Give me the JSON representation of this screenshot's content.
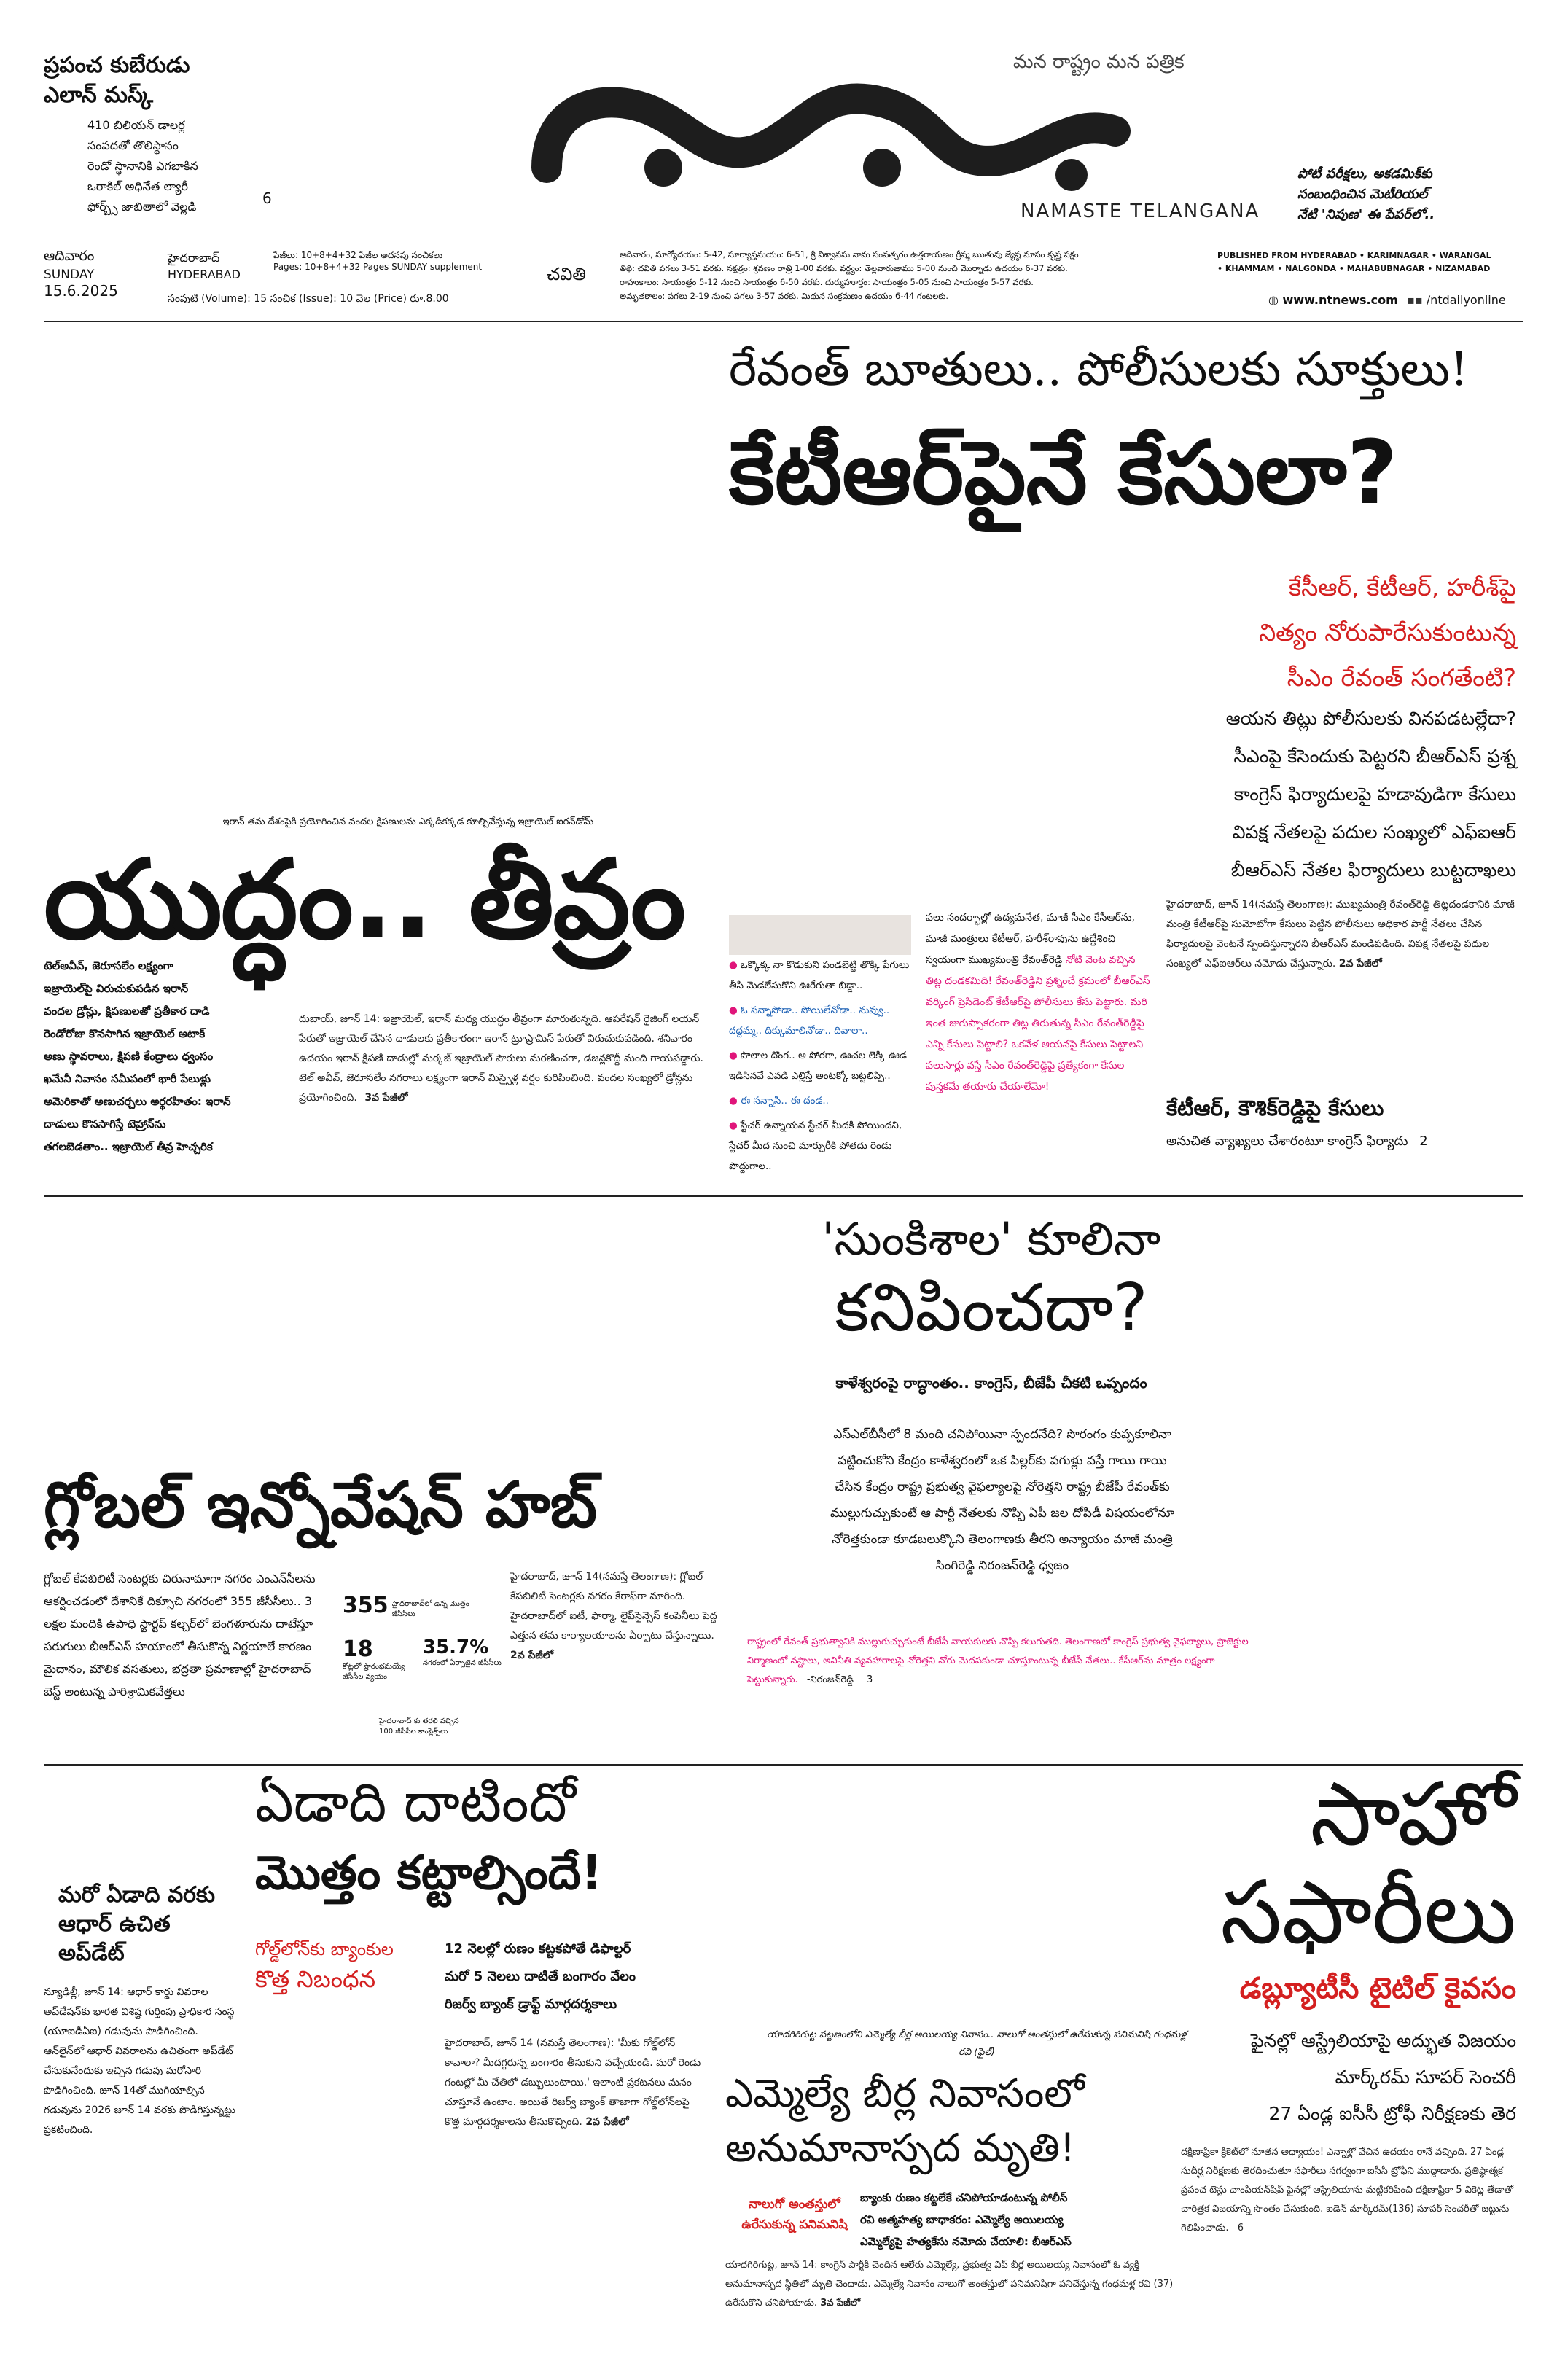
{
  "masthead": {
    "teaser_title": "ప్రపంచ కుబేరుడు",
    "teaser_subtitle": "ఎలాన్ మస్క్",
    "teaser_lines": [
      "410 బిలియన్ డాలర్ల",
      "సంపదతో తొలిస్థానం",
      "రెండో స్థానానికి ఎగబాకిన",
      "ఒరాకిల్ అధినేత ల్యారీ",
      "ఫోర్బ్స్ జాబితాలో వెల్లడి"
    ],
    "teaser_page": "6",
    "slogan": "మన రాష్ట్రం  మన పత్రిక",
    "paper_name": "NAMASTE TELANGANA",
    "right_teaser": [
      "పోటీ పరీక్షలు, అకడమిక్‌కు",
      "సంబంధించిన మెటీరియల్",
      "నేటి 'నిపుణ' ఈ పేపర్‌లో.."
    ],
    "day_telugu": "ఆదివారం",
    "day_english": "SUNDAY",
    "date": "15.6.2025",
    "city_telugu": "హైదరాబాద్",
    "city_english": "HYDERABAD",
    "pages_line1": "పేజీలు: 10+8+4+32 పేజీల అదనపు సంచికలు",
    "pages_line2": "Pages: 10+8+4+32 Pages SUNDAY supplement",
    "volume_line": "సంపుటి (Volume): 15   సంచిక (Issue): 10   వెల (Price) రూ.8.00",
    "tithi": "చవితి",
    "almanac": [
      "ఆదివారం, సూర్యోదయం: 5-42, సూర్యాస్తమయం: 6-51, శ్రీ విశ్వావసు నామ సంవత్సరం ఉత్తరాయణం గ్రీష్మ ఋతువు జ్యేష్ఠ మాసం కృష్ణ పక్షం",
      "తిథి: చవితి పగలు 3-51 వరకు. నక్షత్రం: శ్రవణం రాత్రి 1-00 వరకు. వర్జ్యం: తెల్లవారుజాము 5-00 నుంచి మొర్నాడు ఉదయం 6-37 వరకు.",
      "రాహుకాలం: సాయంత్రం 5-12 నుంచి సాయంత్రం 6-50 వరకు. దుర్ముహూర్తం: సాయంత్రం 5-05 నుంచి సాయంత్రం 5-57 వరకు.",
      "అమృతకాలం: పగలు 2-19 నుంచి పగలు 3-57 వరకు. మిథున సంక్రమణం ఉదయం 6-44 గంటలకు."
    ],
    "published_from": "PUBLISHED FROM  HYDERABAD • KARIMNAGAR • WARANGAL",
    "published_from2": "• KHAMMAM • NALGONDA • MAHABUBNAGAR • NIZAMABAD",
    "website": "www.ntnews.com",
    "social": "/ntdailyonline"
  },
  "lead": {
    "kicker": "రేవంత్ బూతులు.. పోలీసులకు సూక్తులు!",
    "headline": "కేటీఆర్‌పైనే కేసులా?",
    "red_deck": [
      "కేసీఆర్, కేటీఆర్, హరీశ్‌పై",
      "నిత్యం నోరుపారేసుకుంటున్న",
      "సీఎం రేవంత్ సంగతేంటి?"
    ],
    "points": [
      "ఆయన తిట్లు పోలీసులకు వినపడటల్లేదా?",
      "సీఎంపై కేసెందుకు పెట్టరని బీఆర్‌ఎస్ ప్రశ్న",
      "కాంగ్రెస్ ఫిర్యాదులపై హడావుడిగా కేసులు",
      "విపక్ష నేతలపై పదుల సంఖ్యలో ఎఫ్ఐఆర్",
      "బీఆర్‌ఎస్ నేతల ఫిర్యాదులు బుట్టదాఖలు"
    ],
    "body": "హైదరాబాద్, జూన్ 14(నమస్తే తెలంగాణ): ముఖ్యమంత్రి రేవంత్‌రెడ్డి తిట్లదండకానికి మాజీ మంత్రి కేటీఆర్‌పై సుమోటోగా కేసులు పెట్టిన పోలీసులు అధికార పార్టీ నేతలు చేసిన ఫిర్యాదులపై వెంటనే స్పందిస్తున్నారని బీఆర్‌ఎస్ మండిపడింది. విపక్ష నేతలపై పదుల సంఖ్యలో ఎఫ్ఐఆర్‌లు నమోదు చేస్తున్నారు.",
    "cont": "2వ పేజీలో",
    "sub_head": "కేటీఆర్, కౌశిక్‌రెడ్డిపై కేసులు",
    "sub_body": "అనుచిత వ్యాఖ్యలు చేశారంటూ కాంగ్రెస్ ఫిర్యాదు",
    "sub_page": "2",
    "quote_black": "పలు సందర్భాల్లో ఉద్యమనేత, మాజీ సీఎం కేసీఆర్‌ను, మాజీ మంత్రులు కేటీఆర్, హరీశ్‌రావును ఉద్దేశించి స్వయంగా ముఖ్యమంత్రి రేవంత్‌రెడ్డి",
    "quote_pink": "నోటి వెంట వచ్చిన తిట్ల దండకమిది! రేవంత్‌రెడ్డిని ప్రశ్నించే క్రమంలో బీఆర్‌ఎస్ వర్కింగ్ ప్రెసిడెంట్ కేటీఆర్‌పై పోలీసులు కేసు పెట్టారు. మరి ఇంత జుగుప్సాకరంగా తిట్ల తిరుతున్న సీఎం రేవంత్‌రెడ్డిపై ఎన్ని కేసులు పెట్టాలి? ఒకవేళ ఆయనపై కేసులు పెట్టాలని పలుసార్లు వస్తే సీఎం రేవంత్‌రెడ్డిపై ప్రత్యేకంగా కేసుల పుస్తకమే తయారు చేయాలేమో!",
    "bullets": [
      "ఒక్కొక్క నా కొడుకుని పండబెట్టి తొక్కి పేగులు తీసి మెడలేసుకొని ఊరేగుతా బిడ్డా..",
      "ఓ సన్నాసోడా.. సోయిలేనోడా.. నువ్వు.. దద్దమ్మ.. దిక్కుమాలినోడా.. దివాలా..",
      "పొలాల దొంగ.. ఆ పోరగా, ఊచల లెక్కి ఊడ ఇడిసినవే ఎవడి ఎల్లిస్తే అంటక్కో బట్టలిప్పి..",
      "ఈ సన్నాసి.. ఈ దండ..",
      "స్టేచర్ ఉన్నాయన స్టేచర్ మీదకి పోయిందని, స్టేచర్ మీద నుంచి మార్చురీకి పోతదు రెండు పొద్దుగాల.."
    ]
  },
  "war": {
    "kicker": "ఇరాన్ తమ దేశంపైకి ప్రయోగించిన వందల క్షిపణులను ఎక్కడికక్కడ కూల్చివేస్తున్న ఇజ్రాయెల్ ఐరన్‌డోమ్",
    "headline": "యుద్ధం.. తీవ్రం",
    "deck": [
      "టెల్‌అవీవ్, జెరూసలేం లక్ష్యంగా",
      "ఇజ్రాయెల్‌పై విరుచుకుపడిన ఇరాన్",
      "వందల డ్రోన్లు, క్షిపణులతో ప్రతీకార దాడి",
      "రెండోరోజు కొనసాగిన ఇజ్రాయెల్ అటాక్",
      "అణు స్థావరాలు, క్షిపణి కేంద్రాలు ధ్వంసం",
      "ఖమేనీ నివాసం సమీపంలో భారీ పేలుళ్లు",
      "అమెరికాతో అణుచర్చలు అర్థరహితం: ఇరాన్",
      "దాడులు కొనసాగిస్తే టెహ్రాన్‌ను",
      "తగలబెడతాం.. ఇజ్రాయెల్ తీవ్ర హెచ్చరిక"
    ],
    "body": "దుబాయ్, జూన్ 14: ఇజ్రాయెల్, ఇరాన్ మధ్య యుద్ధం తీవ్రంగా మారుతున్నది. ఆపరేషన్ రైజింగ్ లయన్ పేరుతో ఇజ్రాయెల్ చేసిన దాడులకు ప్రతీకారంగా ఇరాన్ ట్రూప్రామిస్ పేరుతో విరుచుకుపడింది. శనివారం ఉదయం ఇరాన్ క్షిపణి దాడుల్లో మర్కజ్ ఇజ్రాయెల్ పౌరులు మరణించగా, డజన్లకొద్దీ మంది గాయపడ్డారు. టెల్ అవీవ్, జెరూసలేం నగరాలు లక్ష్యంగా ఇరాన్ మిస్సైళ్ల వర్షం కురిపించింది. వందల సంఖ్యలో డ్రోన్లను ప్రయోగించింది.",
    "cont": "3వ పేజీలో"
  },
  "sunkishala": {
    "headline_1": "'సుంకిశాల' కూలినా",
    "headline_2": "కనిపించదా?",
    "deck": "కాళేశ్వరంపై రాద్ధాంతం.. కాంగ్రెస్, బీజేపీ చీకటి ఒప్పందం",
    "body": "ఎస్‌ఎల్‌బీసీలో 8 మంది చనిపోయినా స్పందనేది? సొరంగం కుప్పకూలినా పట్టించుకోని కేంద్రం కాళేశ్వరంలో ఒక పిల్లర్‌కు పగుళ్లు వస్తే గాయి గాయి చేసిన కేంద్రం రాష్ట్ర ప్రభుత్వ వైఫల్యాలపై నోరెత్తని రాష్ట్ర బీజేపీ రేవంత్‌కు ముల్లుగుచ్చుకుంటే ఆ పార్టీ నేతలకు నొప్పి ఏపీ జల దోపిడీ విషయంలోనూ నోరెత్తకుండా కూడబలుక్కొని తెలంగాణకు తీరని అన్యాయం మాజీ మంత్రి సింగిరెడ్డి నిరంజన్‌రెడ్డి ధ్వజం",
    "quote": "రాష్ట్రంలో రేవంత్ ప్రభుత్వానికి ముల్లుగుచ్చుకుంటే బీజేపీ నాయకులకు నొప్పి కలుగుతది. తెలంగాణలో కాంగ్రెస్ ప్రభుత్వ వైఫల్యాలు, ప్రాజెక్టుల నిర్మాణంలో నష్టాలు, అవినీతి వ్యవహారాలపై నోరెత్తని నోరు మెదపకుండా చూస్తూంటున్న బీజేపీ నేతలు.. కేసీఆర్‌ను మాత్రం లక్ష్యంగా పెట్టుకున్నారు.",
    "quote_credit": "-నిరంజన్‌రెడ్డి",
    "page": "3"
  },
  "hub": {
    "headline": "గ్లోబల్ ఇన్నోవేషన్ హబ్",
    "deck": "గ్లోబల్ కేపబిలిటీ సెంటర్లకు చిరునామాగా నగరం ఎంఎన్‌సీలను ఆకర్షించడంలో దేశానికే దిక్సూచి నగరంలో 355 జీసీసీలు.. 3 లక్షల మందికి ఉపాధి స్టార్టప్ కల్చర్‌లో బెంగళూరును దాటేస్తూ పరుగులు బీఆర్‌ఎస్ హయాంలో తీసుకొన్న నిర్ణయాలే కారణం మైదానం, మౌలిక వసతులు, భద్రతా ప్రమాణాల్లో హైదరాబాద్ బెస్ట్ అంటున్న పారిశ్రామికవేత్తలు",
    "stat1_num": "355",
    "stat1_label": "హైదరాబాద్‌లో ఉన్న మొత్తం జీసీసీలు",
    "stat2_num": "18",
    "stat2_label": "కోట్లలో ప్రారంభమయ్యే జీసీసీల వ్యయం",
    "stat3_num": "35.7%",
    "stat3_label": "నగరంలో ఏర్పాటైన జీసీసీలు",
    "stat4_label": "హైదరాబాద్ కు తరలి వచ్చిన 100 జీసీసీల కాంప్లెక్స్‌లు",
    "body": "హైదరాబాద్, జూన్ 14(నమస్తే తెలంగాణ): గ్లోబల్ కేపబిలిటీ సెంటర్లకు నగరం కేరాఫ్‌గా మారింది. హైదరాబాద్‌లో ఐటీ, ఫార్మా, లైఫ్‌సైన్సెస్ కంపెనీలు పెద్ద ఎత్తున తమ కార్యాలయాలను ఏర్పాటు చేస్తున్నాయి.",
    "cont": "2వ పేజీలో"
  },
  "gold": {
    "headline_1": "ఏడాది దాటిందో",
    "headline_2": "మొత్తం కట్టాల్సిందే!",
    "red_deck_1": "గోల్డ్‌లోన్‌కు బ్యాంకుల",
    "red_deck_2": "కొత్త నిబంధన",
    "deck_points": [
      "12 నెలల్లో రుణం కట్టకపోతే డిఫాల్టర్",
      "మరో 5 నెలలు దాటితే బంగారం వేలం",
      "రిజర్వ్ బ్యాంక్ డ్రాఫ్ట్ మార్గదర్శకాలు"
    ],
    "body": "హైదరాబాద్, జూన్ 14 (నమస్తే తెలంగాణ): 'మీకు గోల్డ్‌లోన్ కావాలా? మీదగ్గరున్న బంగారం తీసుకుని వచ్చేయండి. మరో రెండు గంటల్లో మీ చేతిలో డబ్బులుంటాయి.' ఇలాంటి ప్రకటనలు మనం చూస్తూనే ఉంటాం. అయితే రిజర్వ్ బ్యాంక్ తాజాగా గోల్డ్‌లోన్‌లపై కొత్త మార్గదర్శకాలను తీసుకొచ్చింది.",
    "cont": "2వ పేజీలో",
    "aadhaar_head": [
      "మరో ఏడాది వరకు",
      "ఆధార్ ఉచిత",
      "అప్‌డేట్"
    ],
    "aadhaar_body": "న్యూఢిల్లీ, జూన్ 14: ఆధార్ కార్డు వివరాల అప్‌డేషన్‌కు భారత విశిష్ట గుర్తింపు ప్రాధికార సంస్థ (యూఐడీఏఐ) గడువును పొడిగించింది. ఆన్‌లైన్‌లో ఆధార్ వివరాలను ఉచితంగా అప్‌డేట్ చేసుకునేందుకు ఇచ్చిన గడువు మరోసారి పొడిగించింది. జూన్ 14తో ముగియాల్సిన గడువును 2026 జూన్ 14 వరకు పొడిగిస్తున్నట్టు ప్రకటించింది."
  },
  "saho": {
    "headline_1": "సాహో",
    "headline_2": "సఫారీలు",
    "red_deck": "డబ్ల్యూటీసీ టైటిల్ కైవసం",
    "points": [
      "ఫైనల్లో ఆస్ట్రేలియాపై అద్భుత విజయం",
      "మార్క్‌రమ్ సూపర్ సెంచరీ",
      "27 ఏండ్ల ఐసీసీ ట్రోఫీ నిరీక్షణకు తెర"
    ],
    "body": "దక్షిణాఫ్రికా క్రికెట్‌లో నూతన అధ్యాయం! ఎన్నాళ్లో వేచిన ఉదయం రానే వచ్చింది. 27 ఏండ్ల సుదీర్ఘ నిరీక్షణకు తెరదించుతూ సఫారీలు సగర్వంగా ఐసీసీ ట్రోఫీని ముద్దాడారు. ప్రతిష్ఠాత్మక ప్రపంచ టెస్టు చాంపియన్‌షిప్ ఫైనల్లో ఆస్ట్రేలియాను మట్టికరిపించి దక్షిణాఫ్రికా 5 వికెట్ల తేడాతో చారిత్రక విజయాన్ని సొంతం చేసుకుంది. ఐడెన్ మార్క్‌రమ్(136) సూపర్ సెంచరీతో జట్టును గెలిపించాడు.",
    "page": "6"
  },
  "mla": {
    "kicker": "యాదగిరిగుట్ట పట్టణంలోని ఎమ్మెల్యే బీర్ల అయిలయ్య నివాసం.. నాలుగో అంతస్తులో ఉరేసుకున్న పనిమనిషి గంధమళ్ల రవి (ఫైల్)",
    "headline_1": "ఎమ్మెల్యే బీర్ల నివాసంలో",
    "headline_2": "అనుమానాస్పద మృతి!",
    "red_deck_1": "నాలుగో అంతస్తులో",
    "red_deck_2": "ఉరేసుకున్న పనిమనిషి",
    "deck_points": [
      "బ్యాంకు రుణం కట్టలేకే చనిపోయాడంటున్న పోలీస్",
      "రవి ఆత్మహత్య బాధాకరం: ఎమ్మెల్యే అయిలయ్య",
      "ఎమ్మెల్యేపై హత్యకేసు నమోదు చేయాలి: బీఆర్‌ఎస్"
    ],
    "body": "యాదగిరిగుట్ట, జూన్ 14: కాంగ్రెస్ పార్టీకి చెందిన ఆలేరు ఎమ్మెల్యే, ప్రభుత్వ విప్ బీర్ల అయిలయ్య నివాసంలో ఓ వ్యక్తి అనుమానాస్పద స్థితిలో మృతి చెందాడు. ఎమ్మెల్యే నివాసం నాలుగో అంతస్తులో పనిమనిషిగా పనిచేస్తున్న గంధమళ్ల రవి (37) ఉరేసుకొని చనిపోయాడు.",
    "cont": "3వ పేజీలో"
  }
}
